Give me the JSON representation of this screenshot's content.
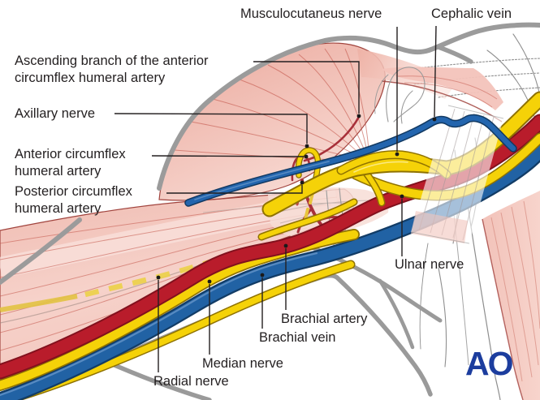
{
  "figure": {
    "title_context": "Neurovascular anatomy of the upper arm",
    "labels": {
      "musculocutaneus": {
        "text": "Musculocutaneus nerve"
      },
      "cephalic": {
        "text": "Cephalic vein"
      },
      "ascending": {
        "text": "Ascending branch of the anterior\ncircumflex humeral artery"
      },
      "axillary": {
        "text": "Axillary nerve"
      },
      "anterior_circumflex": {
        "text": "Anterior circumflex\nhumeral artery"
      },
      "posterior_circumflex": {
        "text": "Posterior circumflex\nhumeral artery"
      },
      "ulnar": {
        "text": "Ulnar nerve"
      },
      "brachial_artery": {
        "text": "Brachial artery"
      },
      "brachial_vein": {
        "text": "Brachial vein"
      },
      "median": {
        "text": "Median nerve"
      },
      "radial": {
        "text": "Radial nerve"
      }
    },
    "logo": {
      "text": "AO",
      "color": "#1c3d9e"
    },
    "colors": {
      "artery_red": "#b91c2b",
      "vein_blue": "#2162a4",
      "nerve_yellow": "#f5d208",
      "muscle_pink": "#f3c7bf",
      "muscle_outline": "#a1443e",
      "skin_gray": "#9b9b9b",
      "label_text": "#231f20",
      "background": "#ffffff"
    }
  }
}
